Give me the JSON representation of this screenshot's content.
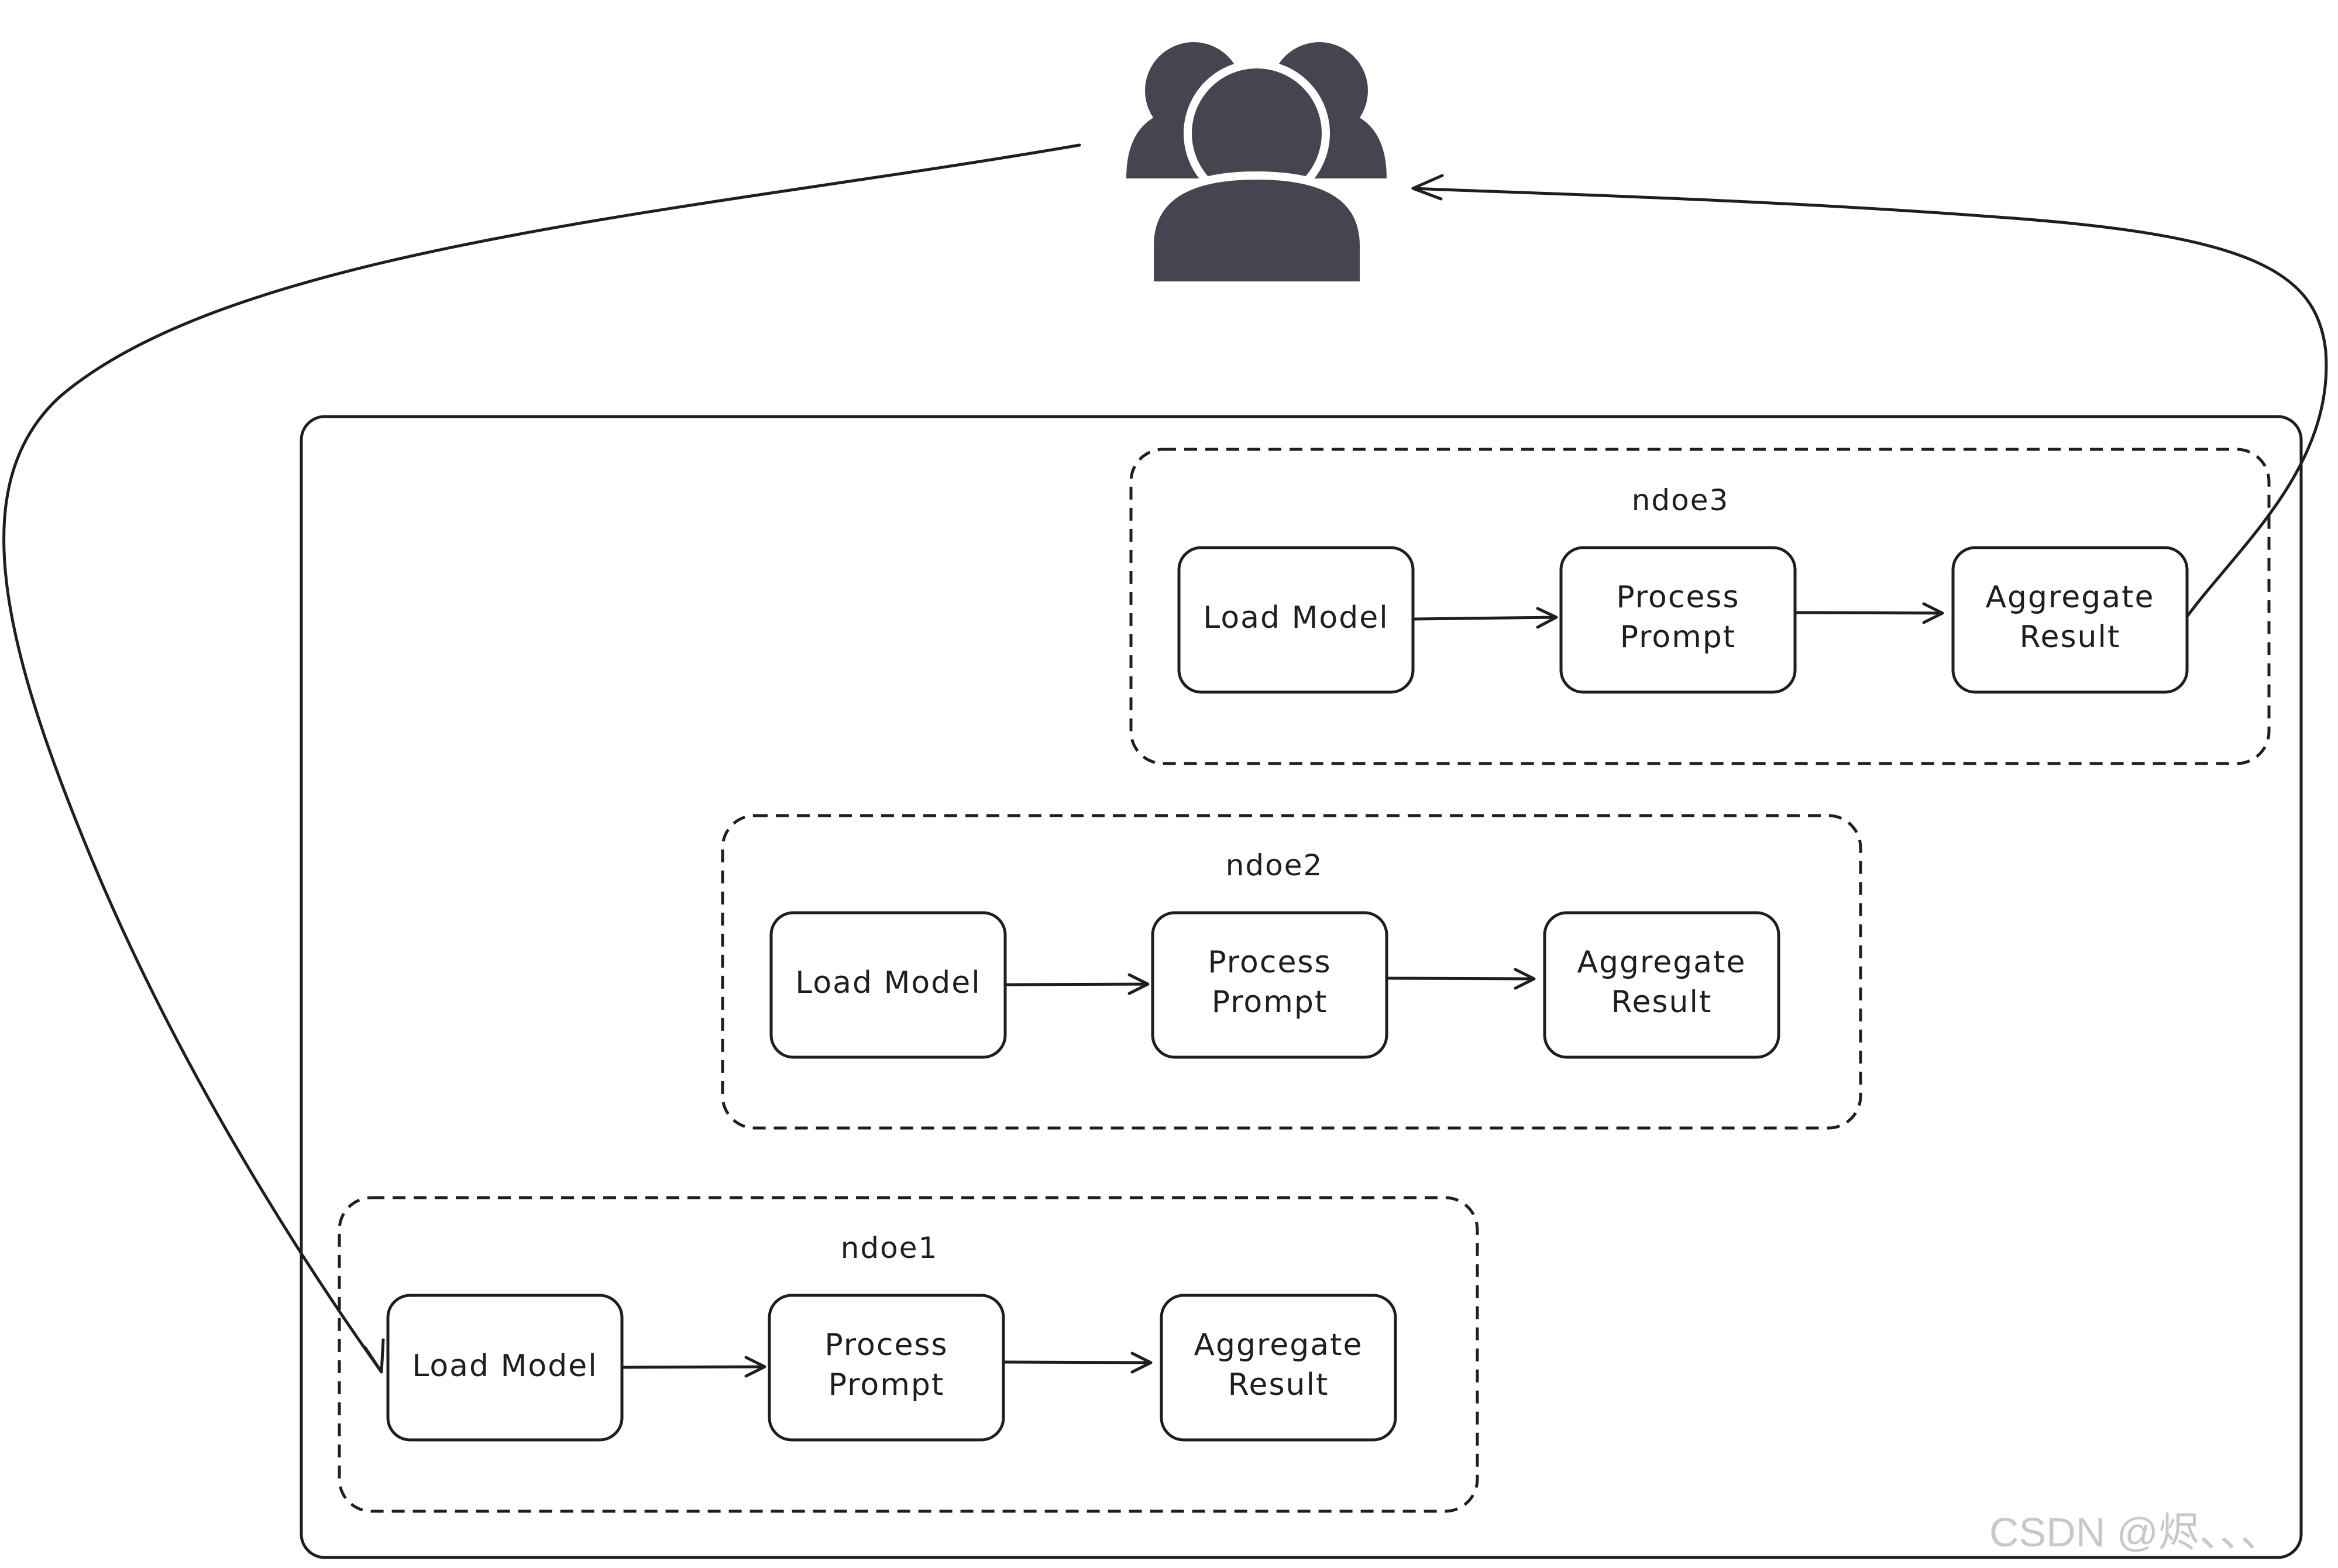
{
  "diagram": {
    "users_icon": "users-group-icon",
    "nodes": [
      {
        "id": "node3",
        "title": "ndoe3",
        "steps": [
          {
            "line1": "Load Model",
            "line2": ""
          },
          {
            "line1": "Process",
            "line2": "Prompt"
          },
          {
            "line1": "Aggregate",
            "line2": "Result"
          }
        ]
      },
      {
        "id": "node2",
        "title": "ndoe2",
        "steps": [
          {
            "line1": "Load Model",
            "line2": ""
          },
          {
            "line1": "Process",
            "line2": "Prompt"
          },
          {
            "line1": "Aggregate",
            "line2": "Result"
          }
        ]
      },
      {
        "id": "node1",
        "title": "ndoe1",
        "steps": [
          {
            "line1": "Load Model",
            "line2": ""
          },
          {
            "line1": "Process",
            "line2": "Prompt"
          },
          {
            "line1": "Aggregate",
            "line2": "Result"
          }
        ]
      }
    ],
    "watermark": "CSDN @烬、、、",
    "colors": {
      "stroke": "#1e1e1e",
      "icon": "#45444f",
      "watermark": "#c8c8c8"
    }
  }
}
